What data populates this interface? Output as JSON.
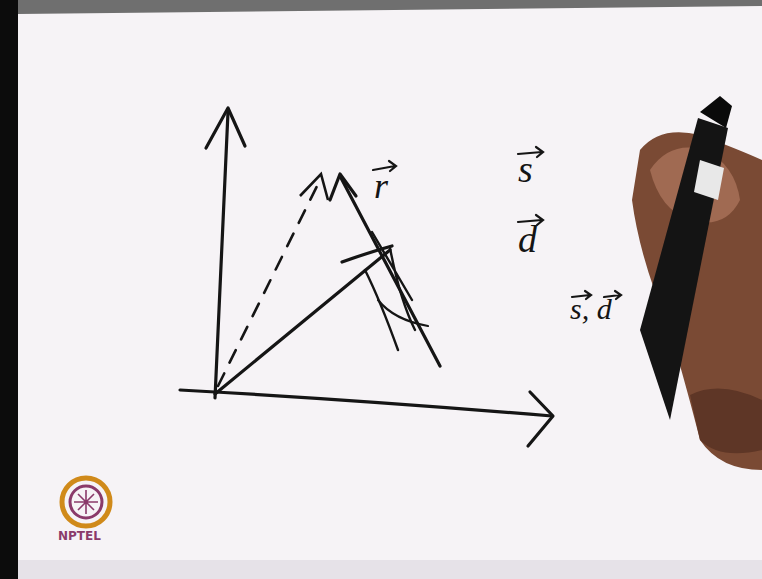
{
  "diagram": {
    "labels": [
      "r",
      "s",
      "d",
      "s, d",
      "NPTEL"
    ]
  }
}
